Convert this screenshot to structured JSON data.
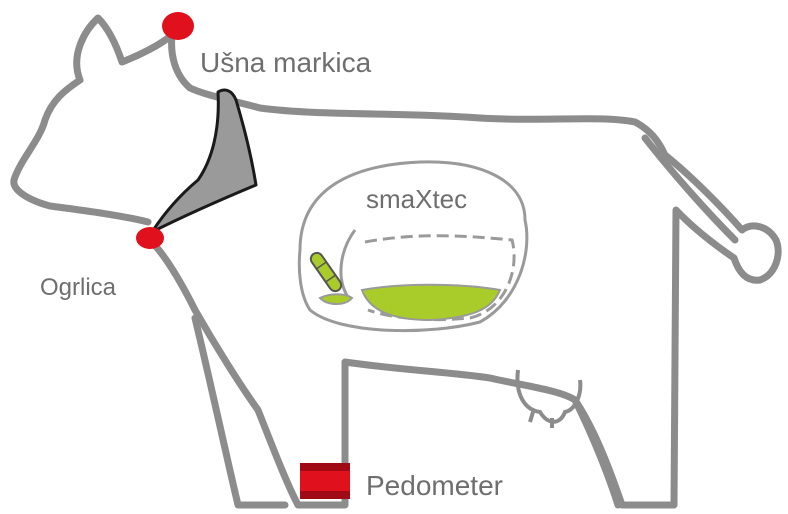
{
  "labels": {
    "ear_tag": "Ušna markica",
    "collar": "Ogrlica",
    "bolus": "smaXtec",
    "pedometer": "Pedometer"
  },
  "colors": {
    "outline": "#8c8c8c",
    "sensor_red": "#e0101c",
    "collar_fill": "#9a9a9a",
    "rumen_fluid": "#a9cc2a",
    "label_text": "#6e6e6e"
  },
  "icons": {
    "ear_tag": "red-ear-tag",
    "collar": "grey-neck-collar",
    "bolus": "green-rumen-bolus",
    "pedometer": "red-leg-band"
  }
}
